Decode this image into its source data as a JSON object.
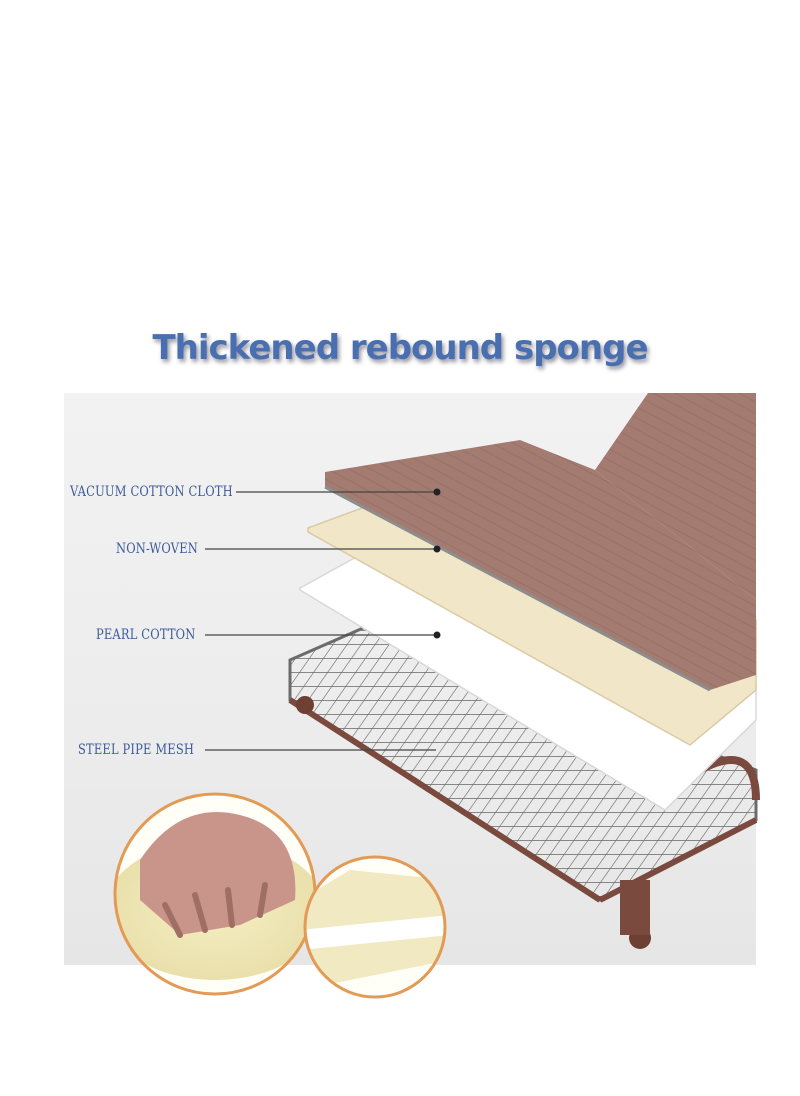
{
  "title": "Thickened rebound sponge",
  "layers": [
    {
      "label": "VACUUM COTTON CLOTH"
    },
    {
      "label": "NON-WOVEN"
    },
    {
      "label": "PEARL COTTON"
    },
    {
      "label": "STEEL PIPE MESH"
    }
  ],
  "colors": {
    "title": "#4a6fb0",
    "label": "#3d5b9a",
    "cloth": "#a57d73",
    "non_woven": "#f1e7c8",
    "pearl_cotton": "#ffffff",
    "mesh_frame": "#7a4a3e",
    "callout_ring": "#e29a55"
  }
}
